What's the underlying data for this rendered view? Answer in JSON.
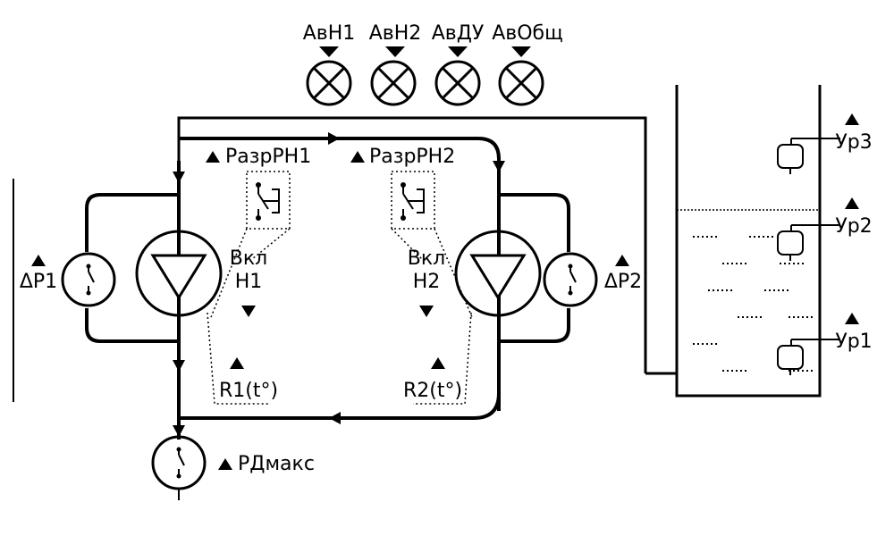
{
  "alarms": [
    {
      "label": "АвН1"
    },
    {
      "label": "АвН2"
    },
    {
      "label": "АвДУ"
    },
    {
      "label": "АвОбщ"
    }
  ],
  "pumps": {
    "left": {
      "line1": "Вкл",
      "line2": "Н1"
    },
    "right": {
      "line1": "Вкл",
      "line2": "Н2"
    }
  },
  "permits": {
    "left": "РазрРН1",
    "right": "РазрРН2"
  },
  "diff_sensors": {
    "left": "ΔР1",
    "right": "ΔР2"
  },
  "temp_sensors": {
    "left": "R1(t°)",
    "right": "R2(t°)"
  },
  "max_pressure": "РДмакс",
  "tank_levels": {
    "top": "Ур3",
    "mid": "Ур2",
    "low": "Ур1"
  }
}
